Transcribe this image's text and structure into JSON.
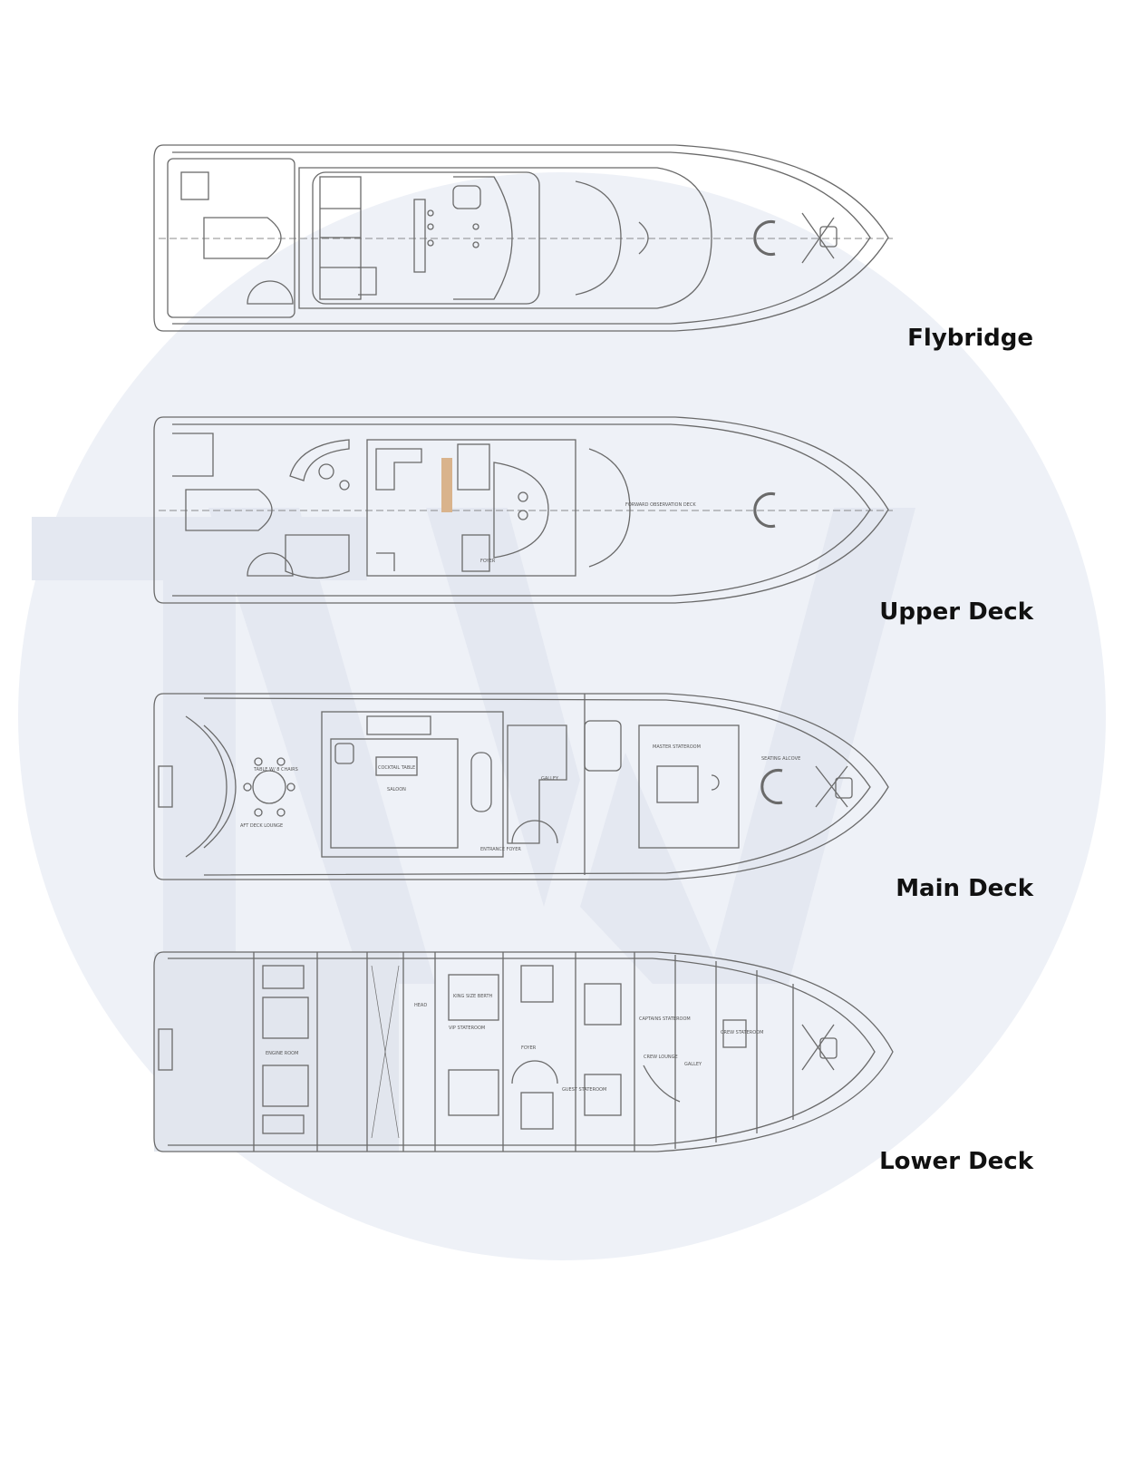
{
  "decks": [
    {
      "id": "flybridge",
      "label": "Flybridge",
      "labels": []
    },
    {
      "id": "upper",
      "label": "Upper Deck",
      "labels": [
        "FOYER",
        "FORWARD OBSERVATION DECK"
      ]
    },
    {
      "id": "main",
      "label": "Main Deck",
      "labels": [
        "TABLE W/ 8 CHAIRS",
        "AFT DECK LOUNGE",
        "COCKTAIL TABLE",
        "SALOON",
        "ENTRANCE FOYER",
        "GALLEY",
        "MASTER STATEROOM",
        "SEATING ALCOVE"
      ]
    },
    {
      "id": "lower",
      "label": "Lower Deck",
      "labels": [
        "ENGINE ROOM",
        "VIP STATEROOM",
        "KING SIZE BERTH",
        "HEAD",
        "FOYER",
        "GUEST STATEROOM",
        "CAPTAINS STATEROOM",
        "CREW LOUNGE",
        "GALLEY",
        "CREW STATEROOM"
      ]
    }
  ],
  "colors": {
    "watermark": "#eef1f7",
    "line": "#6a6a6a",
    "engine_shade": "#e2e6ee",
    "accent": "#d9b38c"
  }
}
